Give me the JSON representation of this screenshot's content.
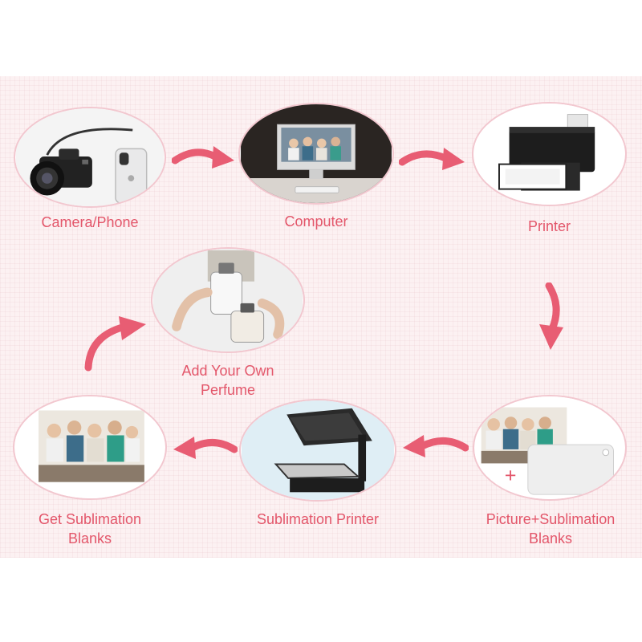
{
  "steps": [
    {
      "id": "camera-phone",
      "label": "Camera/Phone"
    },
    {
      "id": "computer",
      "label": "Computer"
    },
    {
      "id": "printer",
      "label": "Printer"
    },
    {
      "id": "picture-blanks",
      "label_line1": "Picture+Sublimation",
      "label_line2": "Blanks"
    },
    {
      "id": "sublimation-printer",
      "label": "Sublimation Printer"
    },
    {
      "id": "get-blanks",
      "label_line1": "Get Sublimation",
      "label_line2": "Blanks"
    },
    {
      "id": "perfume",
      "label_line1": "Add Your Own",
      "label_line2": "Perfume"
    }
  ],
  "colors": {
    "arrow": "#e85d73",
    "label": "#e3566a",
    "background": "#fcf1f2",
    "ring": "#f2c7cf"
  },
  "icons": [
    "camera-icon",
    "phone-icon",
    "computer-icon",
    "printer-icon",
    "photo-icon",
    "sublimation-blank-icon",
    "heat-press-icon",
    "perfume-bottle-icon"
  ]
}
